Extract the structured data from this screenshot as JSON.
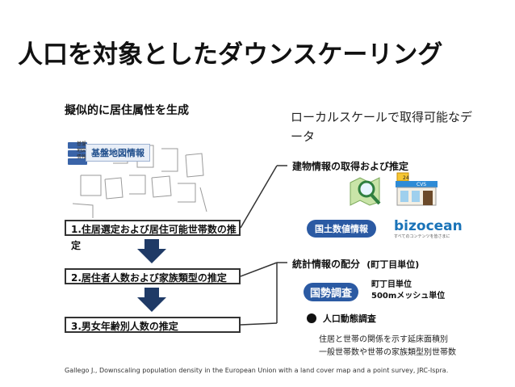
{
  "slide": {
    "title": "人口を対象としたダウンスケーリング",
    "subtitle": "擬似的に居住属性を生成",
    "local_scale_note": "ローカルスケールで取得可能なデータ",
    "base_map": {
      "label": "基盤地図情報",
      "legend": [
        "基盤",
        "地図",
        "情報"
      ]
    },
    "steps": [
      "1.住居選定および居住可能世帯数の推定",
      "2.居住者人数および家族類型の推定",
      "3.男女年齢別人数の推定"
    ],
    "branches": {
      "building": "建物情報の取得および推定",
      "stats": "統計情報の配分",
      "stats_unit": "(町丁目単位)"
    },
    "logos": {
      "kokudo": "国土数値情報",
      "bizocean": "bizocean",
      "bizocean_sub": "すべてのコンテンツを皆さまに",
      "kokusei": "国勢調査",
      "jinko": "人口動態調査",
      "cvs_number": "24",
      "cvs_text": "CVS"
    },
    "units": [
      "町丁目単位",
      "500mメッシュ単位"
    ],
    "notes": [
      "住居と世帯の関係を示す延床面積別",
      "一般世帯数や世帯の家族類型別世帯数"
    ],
    "citation": "Gallego J., Downscaling population density in the European Union with a land cover map and a point survey, JRC-Ispra."
  }
}
